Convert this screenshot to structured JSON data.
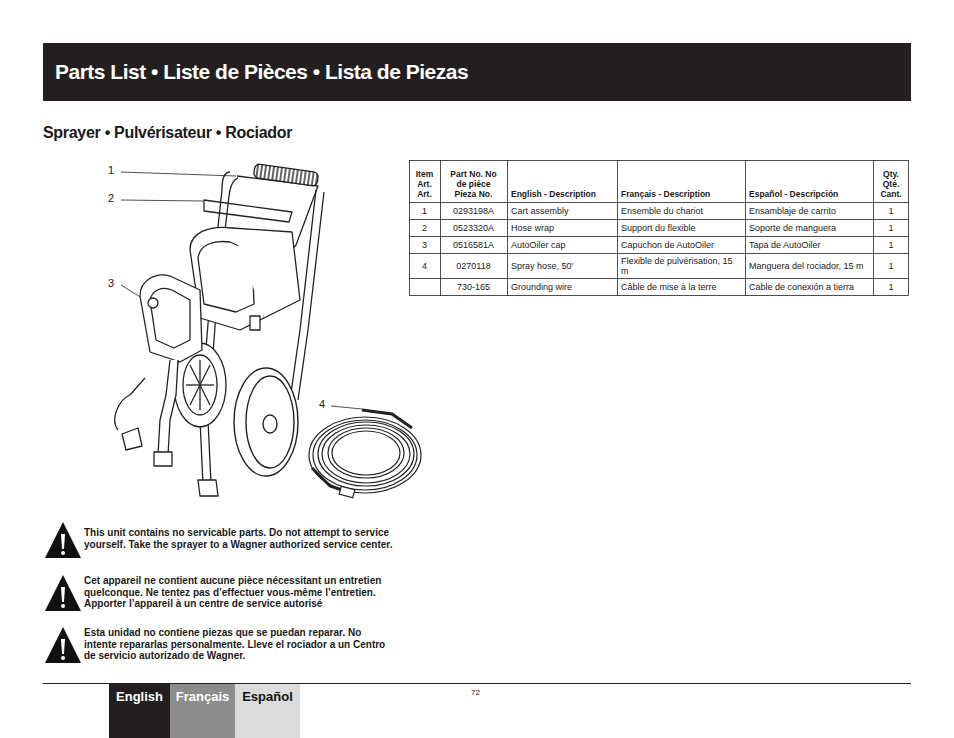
{
  "diagram": {
    "title": "Parts List • Liste de Pièces • Lista de Piezas",
    "nodes": [
      {
        "text": [
          "English"
        ]
      },
      {
        "text": [
          "Français"
        ]
      },
      {
        "text": [
          "Español"
        ]
      }
    ],
    "labels": [
      "Sprayer • Pulvérisateur • Rociador",
      "1",
      "2",
      "3",
      "4",
      "Item Art. Art.",
      "Part No. No de piéce Pieza No.",
      "English - Description",
      "Français - Description",
      "Español - Descripción",
      "Qty. Qté. Cant.",
      "1",
      "0293198A",
      "Cart assembly",
      "Ensemble du chariot",
      "Ensamblaje de carrito",
      "1",
      "2",
      "0523320A",
      "Hose wrap",
      "Support du flexible",
      "Soporte de manguera",
      "1",
      "3",
      "0516581A",
      "AutoOiler cap",
      "Capuchon de AutoOiler",
      "Tapa de AutoOiler",
      "1",
      "4",
      "0270118",
      "Spray hose, 50'",
      "Flexible de pulvérisation, 15 m",
      "Manguera del rociador, 15 m",
      "1",
      "730-165",
      "Grounding wire",
      "Câble de mise à la terre",
      "Cable de conexión a tierra",
      "1",
      "This unit contains no servicable parts.  Do not attempt to service yourself.  Take the sprayer to a Wagner authorized service center.",
      "Cet appareil ne contient aucune pièce nécessitant un entretien quelconque. Ne tentez pas d’effectuer vous-même l’entretien.  Apporter l’appareil à un centre de service autorisé",
      "Esta unidad no contiene piezas que se puedan reparar.  No intente repararlas personalmente.  Lleve el rociador a un Centro de servicio autorizado de Wagner.",
      "72"
    ]
  }
}
